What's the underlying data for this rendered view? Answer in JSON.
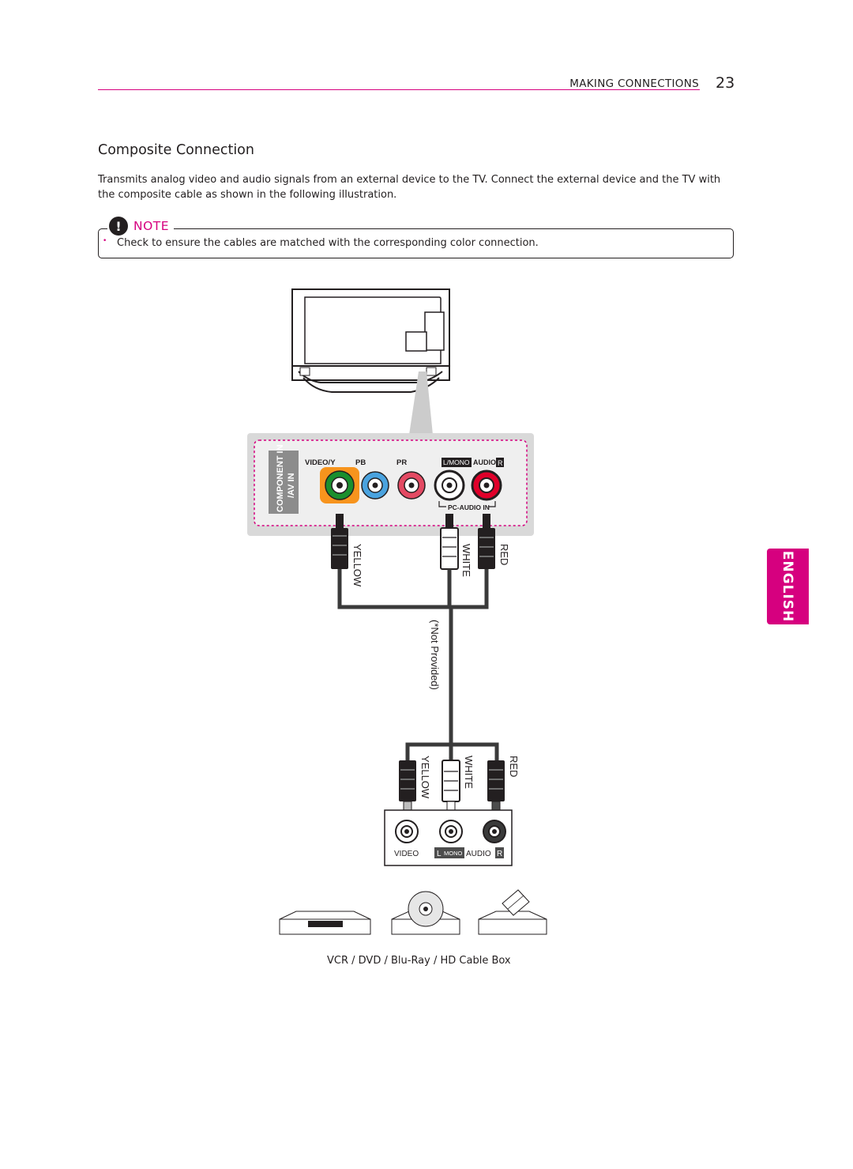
{
  "header": {
    "section": "MAKING CONNECTIONS",
    "page_number": "23"
  },
  "title": "Composite Connection",
  "intro": "Transmits analog video and audio signals from an external device to the TV. Connect the external device and the TV with the composite cable as shown in the following illustration.",
  "note": {
    "label": "NOTE",
    "icon": "!",
    "bullet": "•",
    "items": [
      "Check to ensure the cables are matched with the corresponding color connection."
    ]
  },
  "side_tab": "ENGLISH",
  "diagram": {
    "panel": {
      "side_label_1": "COMPONENT IN",
      "side_label_2": "/AV IN",
      "video_y": "VIDEO/Y",
      "pb": "PB",
      "pr": "PR",
      "l_mono": "L/MONO",
      "audio": "AUDIO",
      "r": "R",
      "pc_audio_in": "PC-AUDIO IN"
    },
    "cable_top": {
      "yellow": "YELLOW",
      "white": "WHITE",
      "red": "RED"
    },
    "not_provided": "(*Not Provided)",
    "cable_bottom": {
      "yellow": "YELLOW",
      "white": "WHITE",
      "red": "RED"
    },
    "device_panel": {
      "video": "VIDEO",
      "l": "L",
      "mono": "MONO",
      "audio": "AUDIO",
      "r": "R"
    }
  },
  "caption": "VCR / DVD / Blu-Ray / HD Cable Box",
  "colors": {
    "accent": "#d6007f",
    "text": "#231f20",
    "yellow_jack": "#1a8f2e",
    "blue_jack": "#4aa3df",
    "red_jack": "#e0002a"
  }
}
